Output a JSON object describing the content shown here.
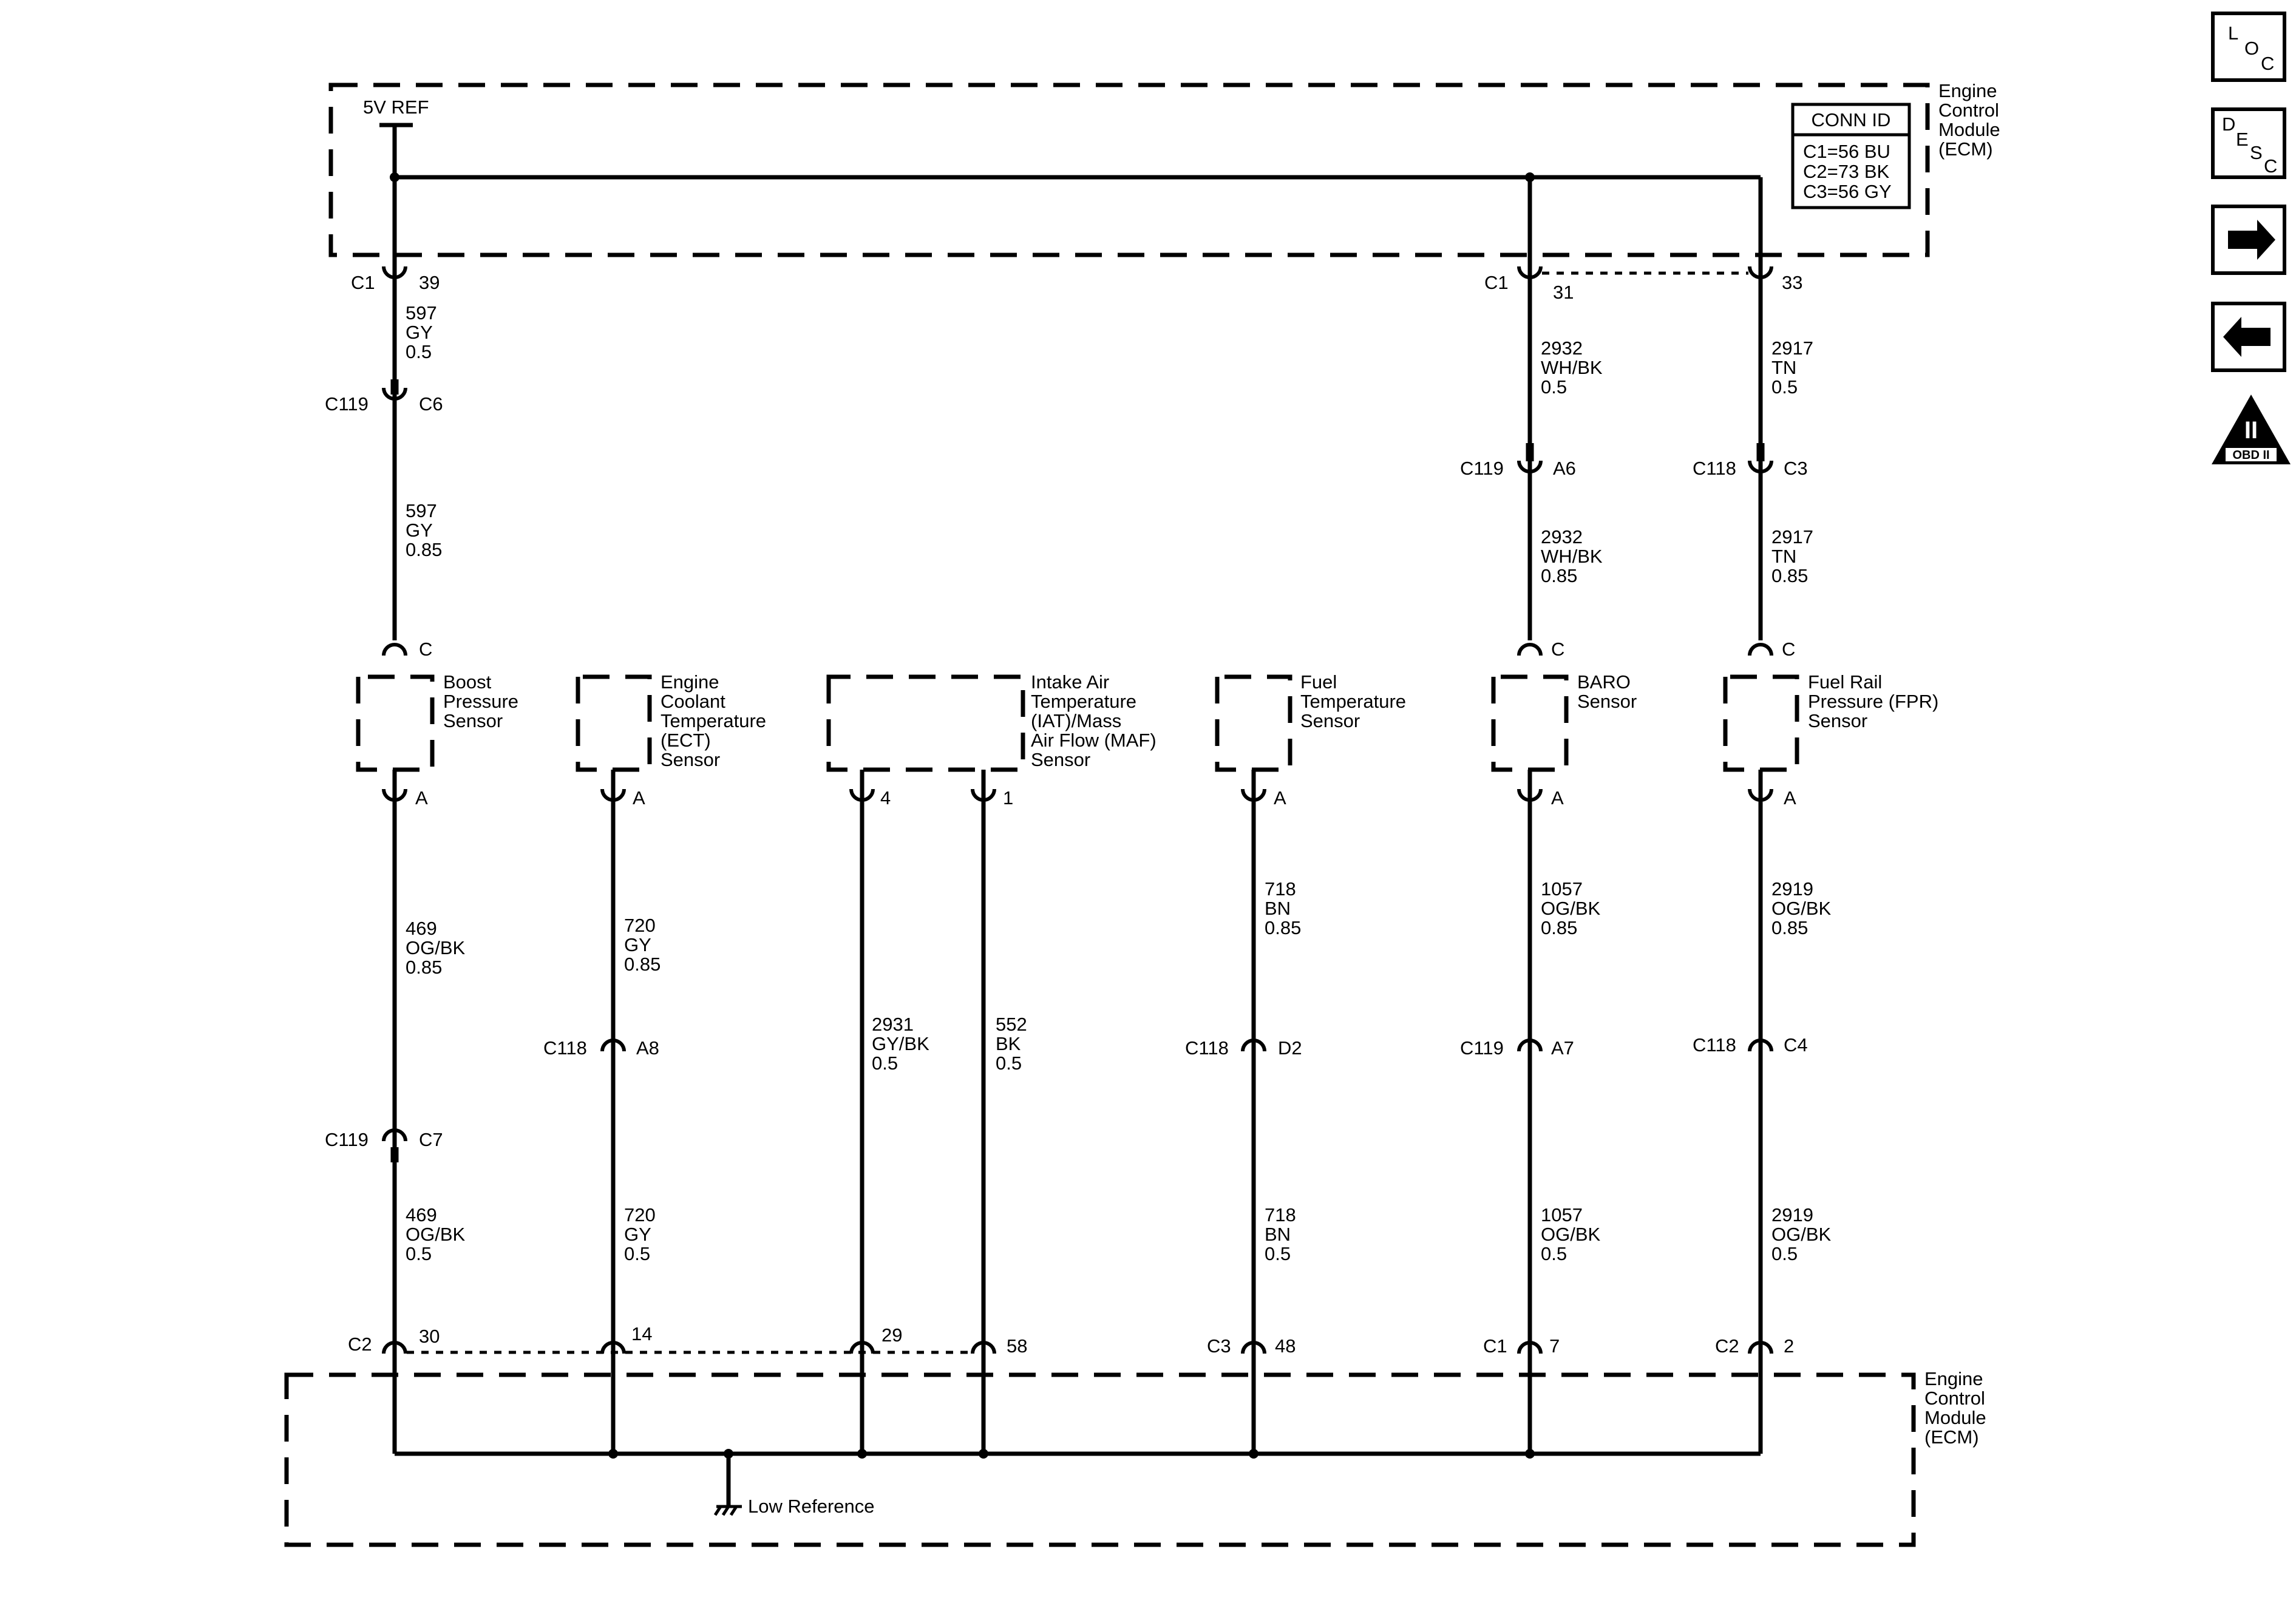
{
  "ecm_top": {
    "label": [
      "Engine",
      "Control",
      "Module",
      "(ECM)"
    ],
    "ref_label": "5V REF",
    "conn_id": {
      "title": "CONN ID",
      "rows": [
        "C1=56 BU",
        "C2=73 BK",
        "C3=56 GY"
      ]
    }
  },
  "ecm_bottom": {
    "label": [
      "Engine",
      "Control",
      "Module",
      "(ECM)"
    ],
    "ground_label": "Low Reference"
  },
  "sensors": {
    "boost": [
      "Boost",
      "Pressure",
      "Sensor"
    ],
    "ect": [
      "Engine",
      "Coolant",
      "Temperature",
      "(ECT)",
      "Sensor"
    ],
    "iat": [
      "Intake Air",
      "Temperature",
      "(IAT)/Mass",
      "Air Flow (MAF)",
      "Sensor"
    ],
    "fuel_temp": [
      "Fuel",
      "Temperature",
      "Sensor"
    ],
    "baro": [
      "BARO",
      "Sensor"
    ],
    "fpr": [
      "Fuel Rail",
      "Pressure (FPR)",
      "Sensor"
    ]
  },
  "top_pins": {
    "boost_ecm": {
      "conn": "C1",
      "pin": "39"
    },
    "baro_ecm": {
      "conn": "C1",
      "pin": "31"
    },
    "fpr_ecm": {
      "pin": "33"
    },
    "boost_mid": {
      "conn": "C119",
      "pin": "C6"
    },
    "baro_mid": {
      "conn": "C119",
      "pin": "A6"
    },
    "fpr_mid": {
      "conn": "C118",
      "pin": "C3"
    }
  },
  "sensor_pins": {
    "boost_top": "C",
    "baro_top": "C",
    "fpr_top": "C",
    "boost_bot": "A",
    "ect_bot": "A",
    "iat_4": "4",
    "iat_1": "1",
    "fuel_bot": "A",
    "baro_bot": "A",
    "fpr_bot": "A"
  },
  "mid_pins": {
    "ect": {
      "conn": "C118",
      "pin": "A8"
    },
    "fuel": {
      "conn": "C118",
      "pin": "D2"
    },
    "baro": {
      "conn": "C119",
      "pin": "A7"
    },
    "fpr": {
      "conn": "C118",
      "pin": "C4"
    },
    "boost": {
      "conn": "C119",
      "pin": "C7"
    }
  },
  "bottom_pins": {
    "boost": {
      "conn": "C2",
      "pin": "30"
    },
    "ect": {
      "pin": "14"
    },
    "iat_29": {
      "pin": "29"
    },
    "iat_58": {
      "pin": "58"
    },
    "fuel": {
      "conn": "C3",
      "pin": "48"
    },
    "baro": {
      "conn": "C1",
      "pin": "7"
    },
    "fpr": {
      "conn": "C2",
      "pin": "2"
    }
  },
  "wires": {
    "boost_ref_upper": [
      "597",
      "GY",
      "0.5"
    ],
    "boost_ref_lower": [
      "597",
      "GY",
      "0.85"
    ],
    "baro_sig_upper": [
      "2932",
      "WH/BK",
      "0.5"
    ],
    "baro_sig_lower": [
      "2932",
      "WH/BK",
      "0.85"
    ],
    "fpr_sig_upper": [
      "2917",
      "TN",
      "0.5"
    ],
    "fpr_sig_lower": [
      "2917",
      "TN",
      "0.85"
    ],
    "boost_low_upper": [
      "469",
      "OG/BK",
      "0.85"
    ],
    "boost_low_lower": [
      "469",
      "OG/BK",
      "0.5"
    ],
    "ect_upper": [
      "720",
      "GY",
      "0.85"
    ],
    "ect_lower": [
      "720",
      "GY",
      "0.5"
    ],
    "iat_2931": [
      "2931",
      "GY/BK",
      "0.5"
    ],
    "iat_552": [
      "552",
      "BK",
      "0.5"
    ],
    "fuel_upper": [
      "718",
      "BN",
      "0.85"
    ],
    "fuel_lower": [
      "718",
      "BN",
      "0.5"
    ],
    "baro_low_upper": [
      "1057",
      "OG/BK",
      "0.85"
    ],
    "baro_low_lower": [
      "1057",
      "OG/BK",
      "0.5"
    ],
    "fpr_low_upper": [
      "2919",
      "OG/BK",
      "0.85"
    ],
    "fpr_low_lower": [
      "2919",
      "OG/BK",
      "0.5"
    ]
  },
  "nav": {
    "loc_icon": [
      "L",
      "O",
      "C"
    ],
    "desc_icon": [
      "D",
      "E",
      "S",
      "C"
    ],
    "obd_badge": {
      "numeral": "II",
      "label": "OBD II"
    }
  }
}
